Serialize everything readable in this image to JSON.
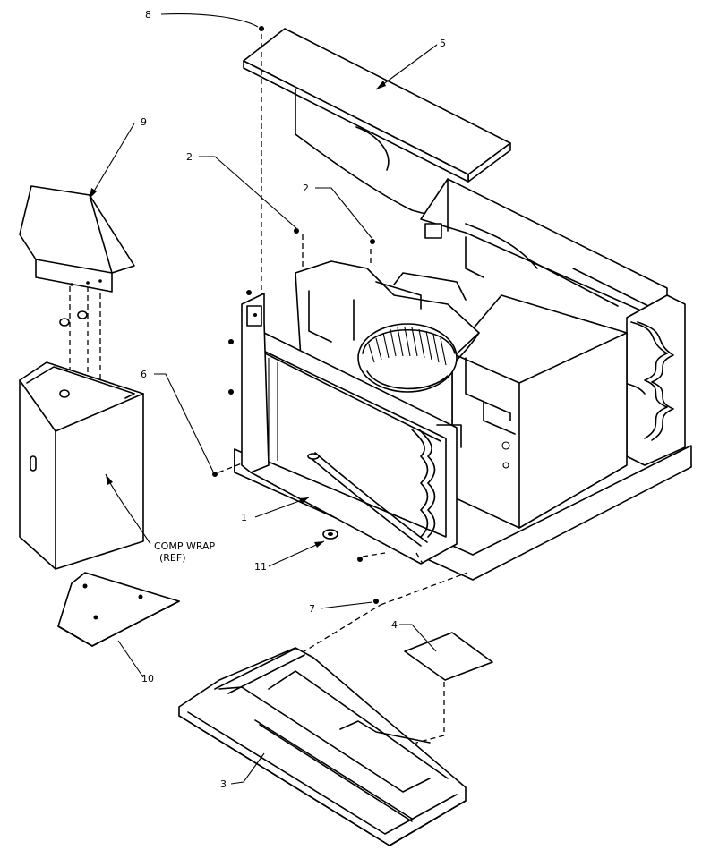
{
  "callouts": [
    {
      "id": "c8",
      "text": "8"
    },
    {
      "id": "c5",
      "text": "5"
    },
    {
      "id": "c9",
      "text": "9"
    },
    {
      "id": "c2a",
      "text": "2"
    },
    {
      "id": "c2b",
      "text": "2"
    },
    {
      "id": "c6",
      "text": "6"
    },
    {
      "id": "c1",
      "text": "1"
    },
    {
      "id": "c11",
      "text": "11"
    },
    {
      "id": "c7",
      "text": "7"
    },
    {
      "id": "c4",
      "text": "4"
    },
    {
      "id": "c10",
      "text": "10"
    },
    {
      "id": "c3",
      "text": "3"
    }
  ],
  "ref_label": {
    "line1": "COMP WRAP",
    "line2": "(REF)"
  }
}
